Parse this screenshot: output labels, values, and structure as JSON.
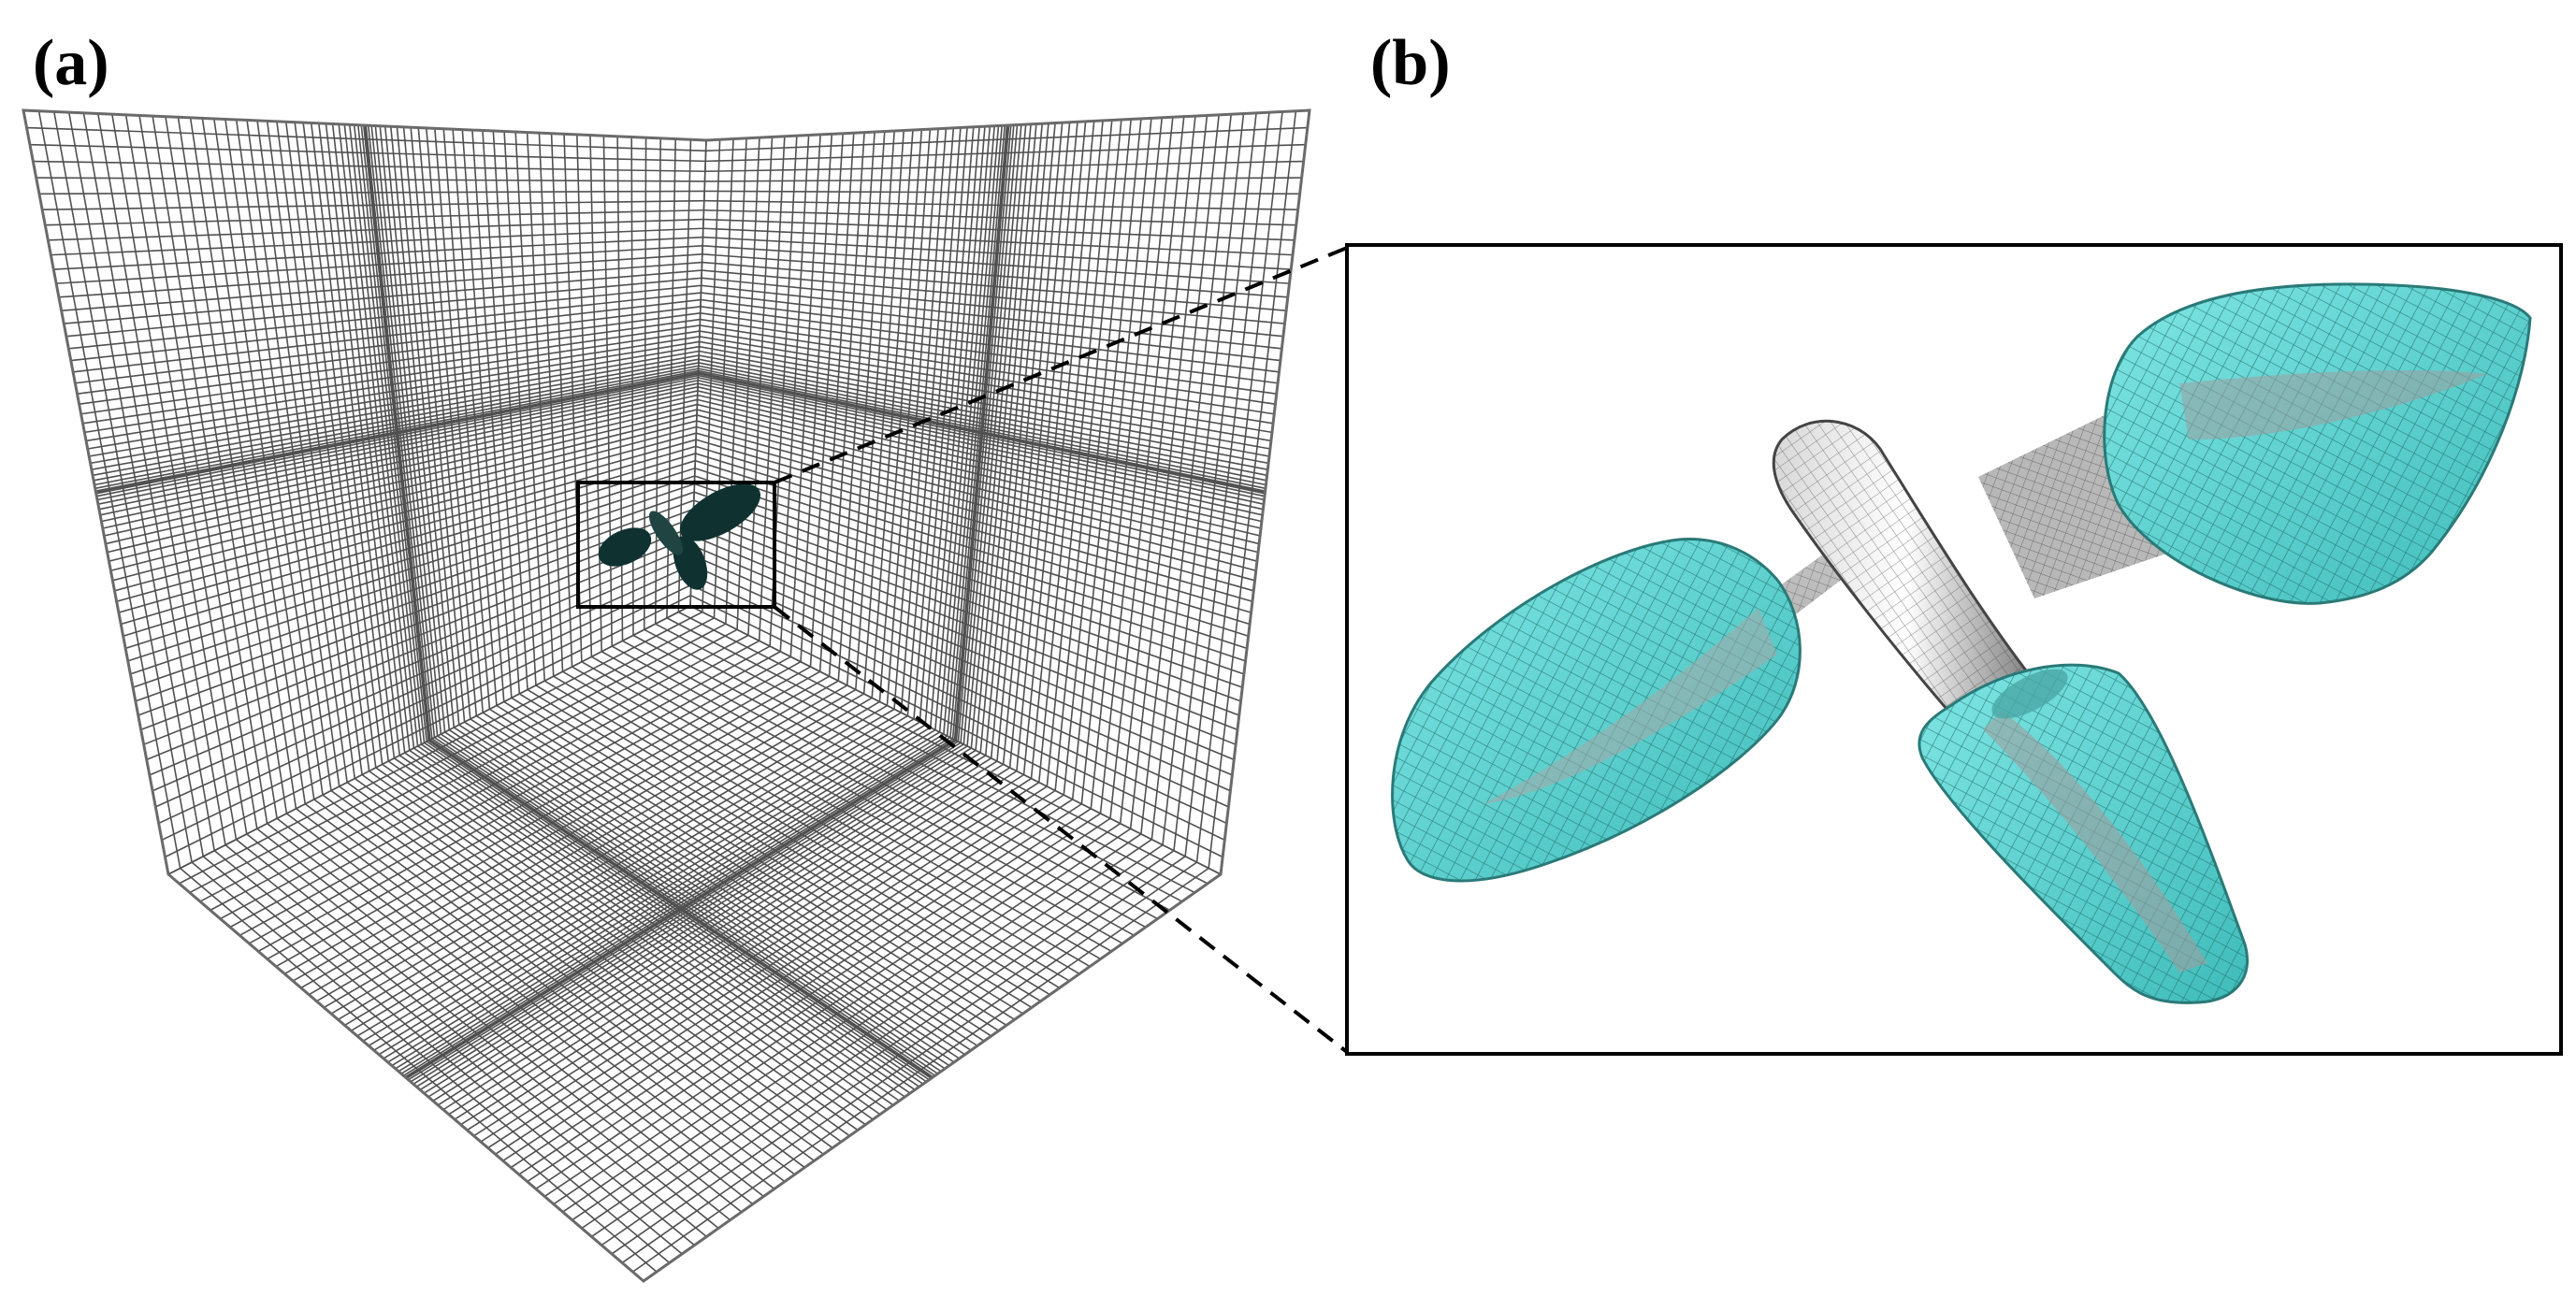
{
  "panel_a": {
    "label": "(a)"
  },
  "panel_b": {
    "label": "(b)"
  },
  "colors": {
    "mesh_line": "#505050",
    "dense_band": "#3a3a3a",
    "propeller_dark": "#0f3230",
    "blade_cyan": "#5ed8d6",
    "blade_mesh": "#2a7a78",
    "hub_gray": "#9a9a9a",
    "frame": "#000000"
  },
  "icons": {
    "panel_a_graphic": "cubic-cfd-mesh-domain",
    "panel_b_graphic": "propeller-surface-mesh"
  }
}
